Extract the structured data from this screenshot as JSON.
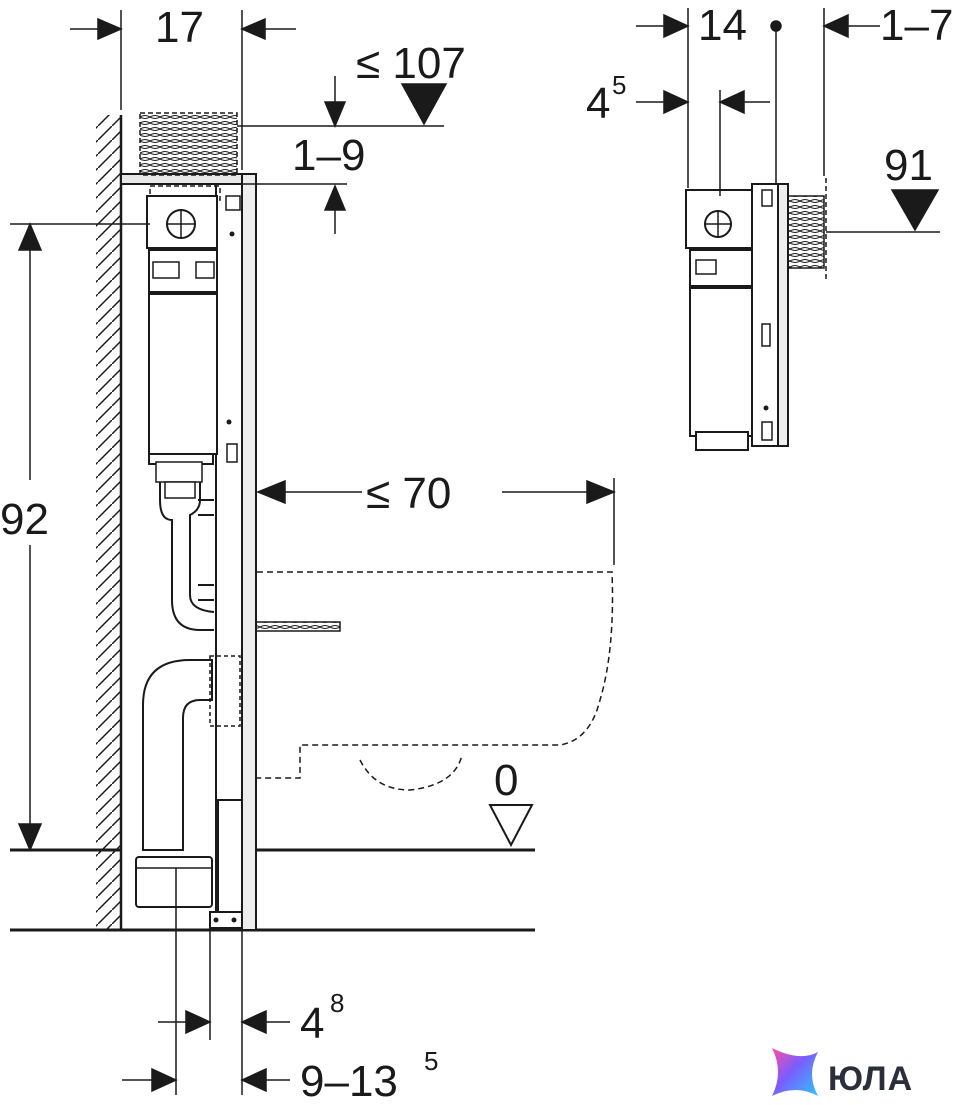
{
  "dimensions": {
    "width_17": "17",
    "height_107": "≤ 107",
    "adjust_1_9": "1–9",
    "height_92": "92",
    "depth_70": "≤ 70",
    "floor_0": "0",
    "base_4": "4",
    "base_4_sup": "8",
    "base_9_13": "9–13",
    "base_9_13_sup": "5",
    "side_14": "14",
    "side_1_7": "1–7",
    "side_4": "4",
    "side_4_sup": "5",
    "side_91": "91"
  },
  "brand": {
    "name": "ЮЛА",
    "colors": [
      "#ff4fa0",
      "#7b5cff",
      "#2ec5ff",
      "#36e0c0"
    ]
  },
  "colors": {
    "line": "#1a1a1a",
    "frame_fill": "#f2f2f2",
    "component_fill": "#ffffff"
  }
}
